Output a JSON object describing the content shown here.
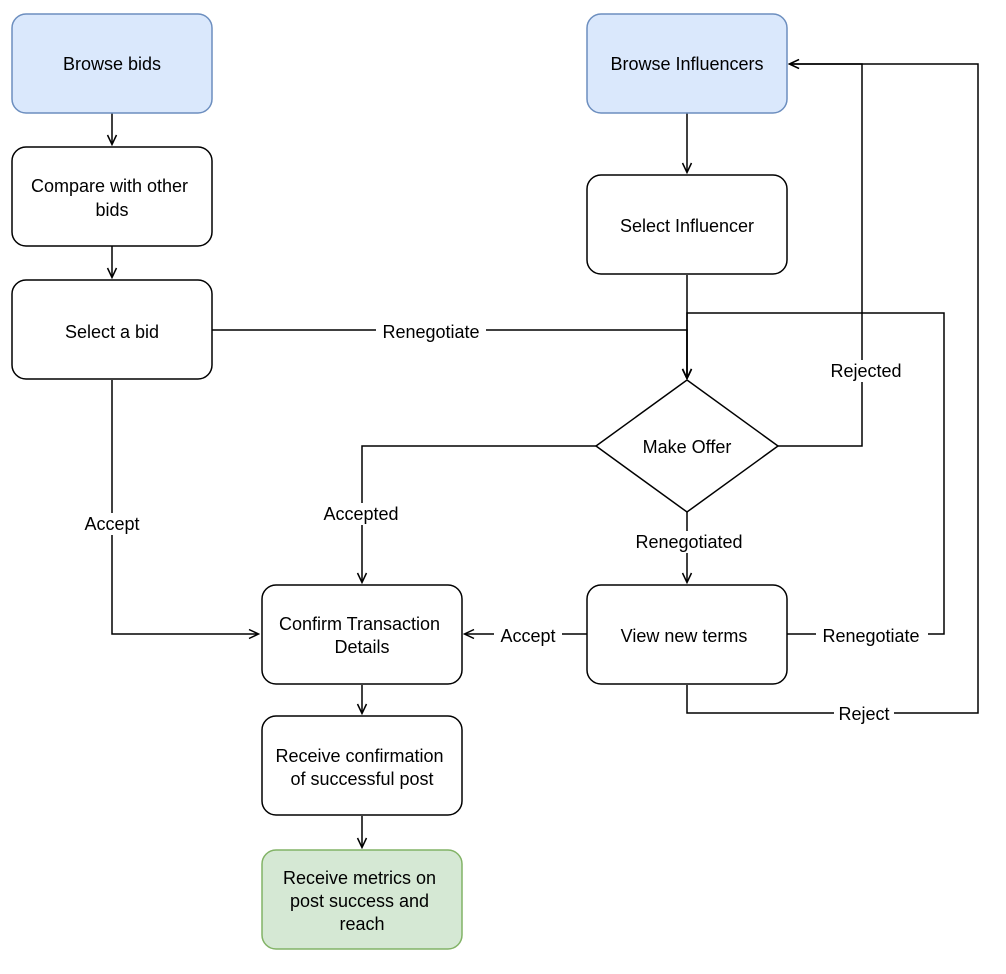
{
  "colors": {
    "start_fill": "#dae8fc",
    "start_stroke": "#6c8ebf",
    "end_fill": "#d5e8d4",
    "end_stroke": "#82b366",
    "default_fill": "#ffffff",
    "default_stroke": "#000000"
  },
  "nodes": {
    "browse_bids": "Browse bids",
    "compare_bids": [
      "Compare with other",
      "bids"
    ],
    "select_bid": "Select a bid",
    "browse_influencers": "Browse Influencers",
    "select_influencer": "Select Influencer",
    "make_offer": "Make Offer",
    "confirm_transaction": [
      "Confirm Transaction",
      "Details"
    ],
    "view_new_terms": "View new terms",
    "receive_confirmation": [
      "Receive confirmation",
      "of successful post"
    ],
    "receive_metrics": [
      "Receive metrics on",
      "post success and",
      "reach"
    ]
  },
  "edges": {
    "renegotiate_top": "Renegotiate",
    "accept_left": "Accept",
    "accepted": "Accepted",
    "renegotiated": "Renegotiated",
    "rejected": "Rejected",
    "accept_mid": "Accept",
    "renegotiate_right": "Renegotiate",
    "reject": "Reject"
  }
}
